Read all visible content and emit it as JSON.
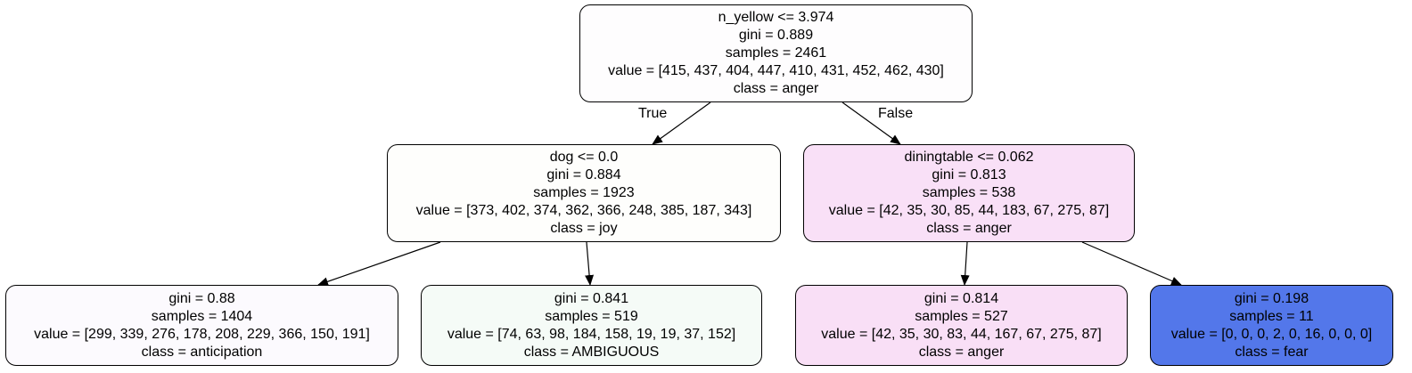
{
  "tree": {
    "nodes": [
      {
        "id": "root",
        "split": "n_yellow <= 3.974",
        "gini": "gini = 0.889",
        "samples": "samples = 2461",
        "value": "value = [415, 437, 404, 447, 410, 431, 452, 462, 430]",
        "class": "class = anger",
        "fill": "#fefdfe"
      },
      {
        "id": "left",
        "split": "dog <= 0.0",
        "gini": "gini = 0.884",
        "samples": "samples = 1923",
        "value": "value = [373, 402, 374, 362, 366, 248, 385, 187, 343]",
        "class": "class = joy",
        "fill": "#fefefc"
      },
      {
        "id": "right",
        "split": "diningtable <= 0.062",
        "gini": "gini = 0.813",
        "samples": "samples = 538",
        "value": "value = [42, 35, 30, 85, 44, 183, 67, 275, 87]",
        "class": "class = anger",
        "fill": "#f9e0f7"
      },
      {
        "id": "left-left",
        "gini": "gini = 0.88",
        "samples": "samples = 1404",
        "value": "value = [299, 339, 276, 178, 208, 229, 366, 150, 191]",
        "class": "class = anticipation",
        "fill": "#fcfafe"
      },
      {
        "id": "left-right",
        "gini": "gini = 0.841",
        "samples": "samples = 519",
        "value": "value = [74, 63, 98, 184, 158, 19, 19, 37, 152]",
        "class": "class = AMBIGUOUS",
        "fill": "#f5fbf7"
      },
      {
        "id": "right-left",
        "gini": "gini = 0.814",
        "samples": "samples = 527",
        "value": "value = [42, 35, 30, 83, 44, 167, 67, 275, 87]",
        "class": "class = anger",
        "fill": "#f9dff6"
      },
      {
        "id": "right-right",
        "gini": "gini = 0.198",
        "samples": "samples = 11",
        "value": "value = [0, 0, 0, 2, 0, 16, 0, 0, 0]",
        "class": "class = fear",
        "fill": "#5377ea"
      }
    ],
    "edge_labels": {
      "true_label": "True",
      "false_label": "False"
    }
  }
}
